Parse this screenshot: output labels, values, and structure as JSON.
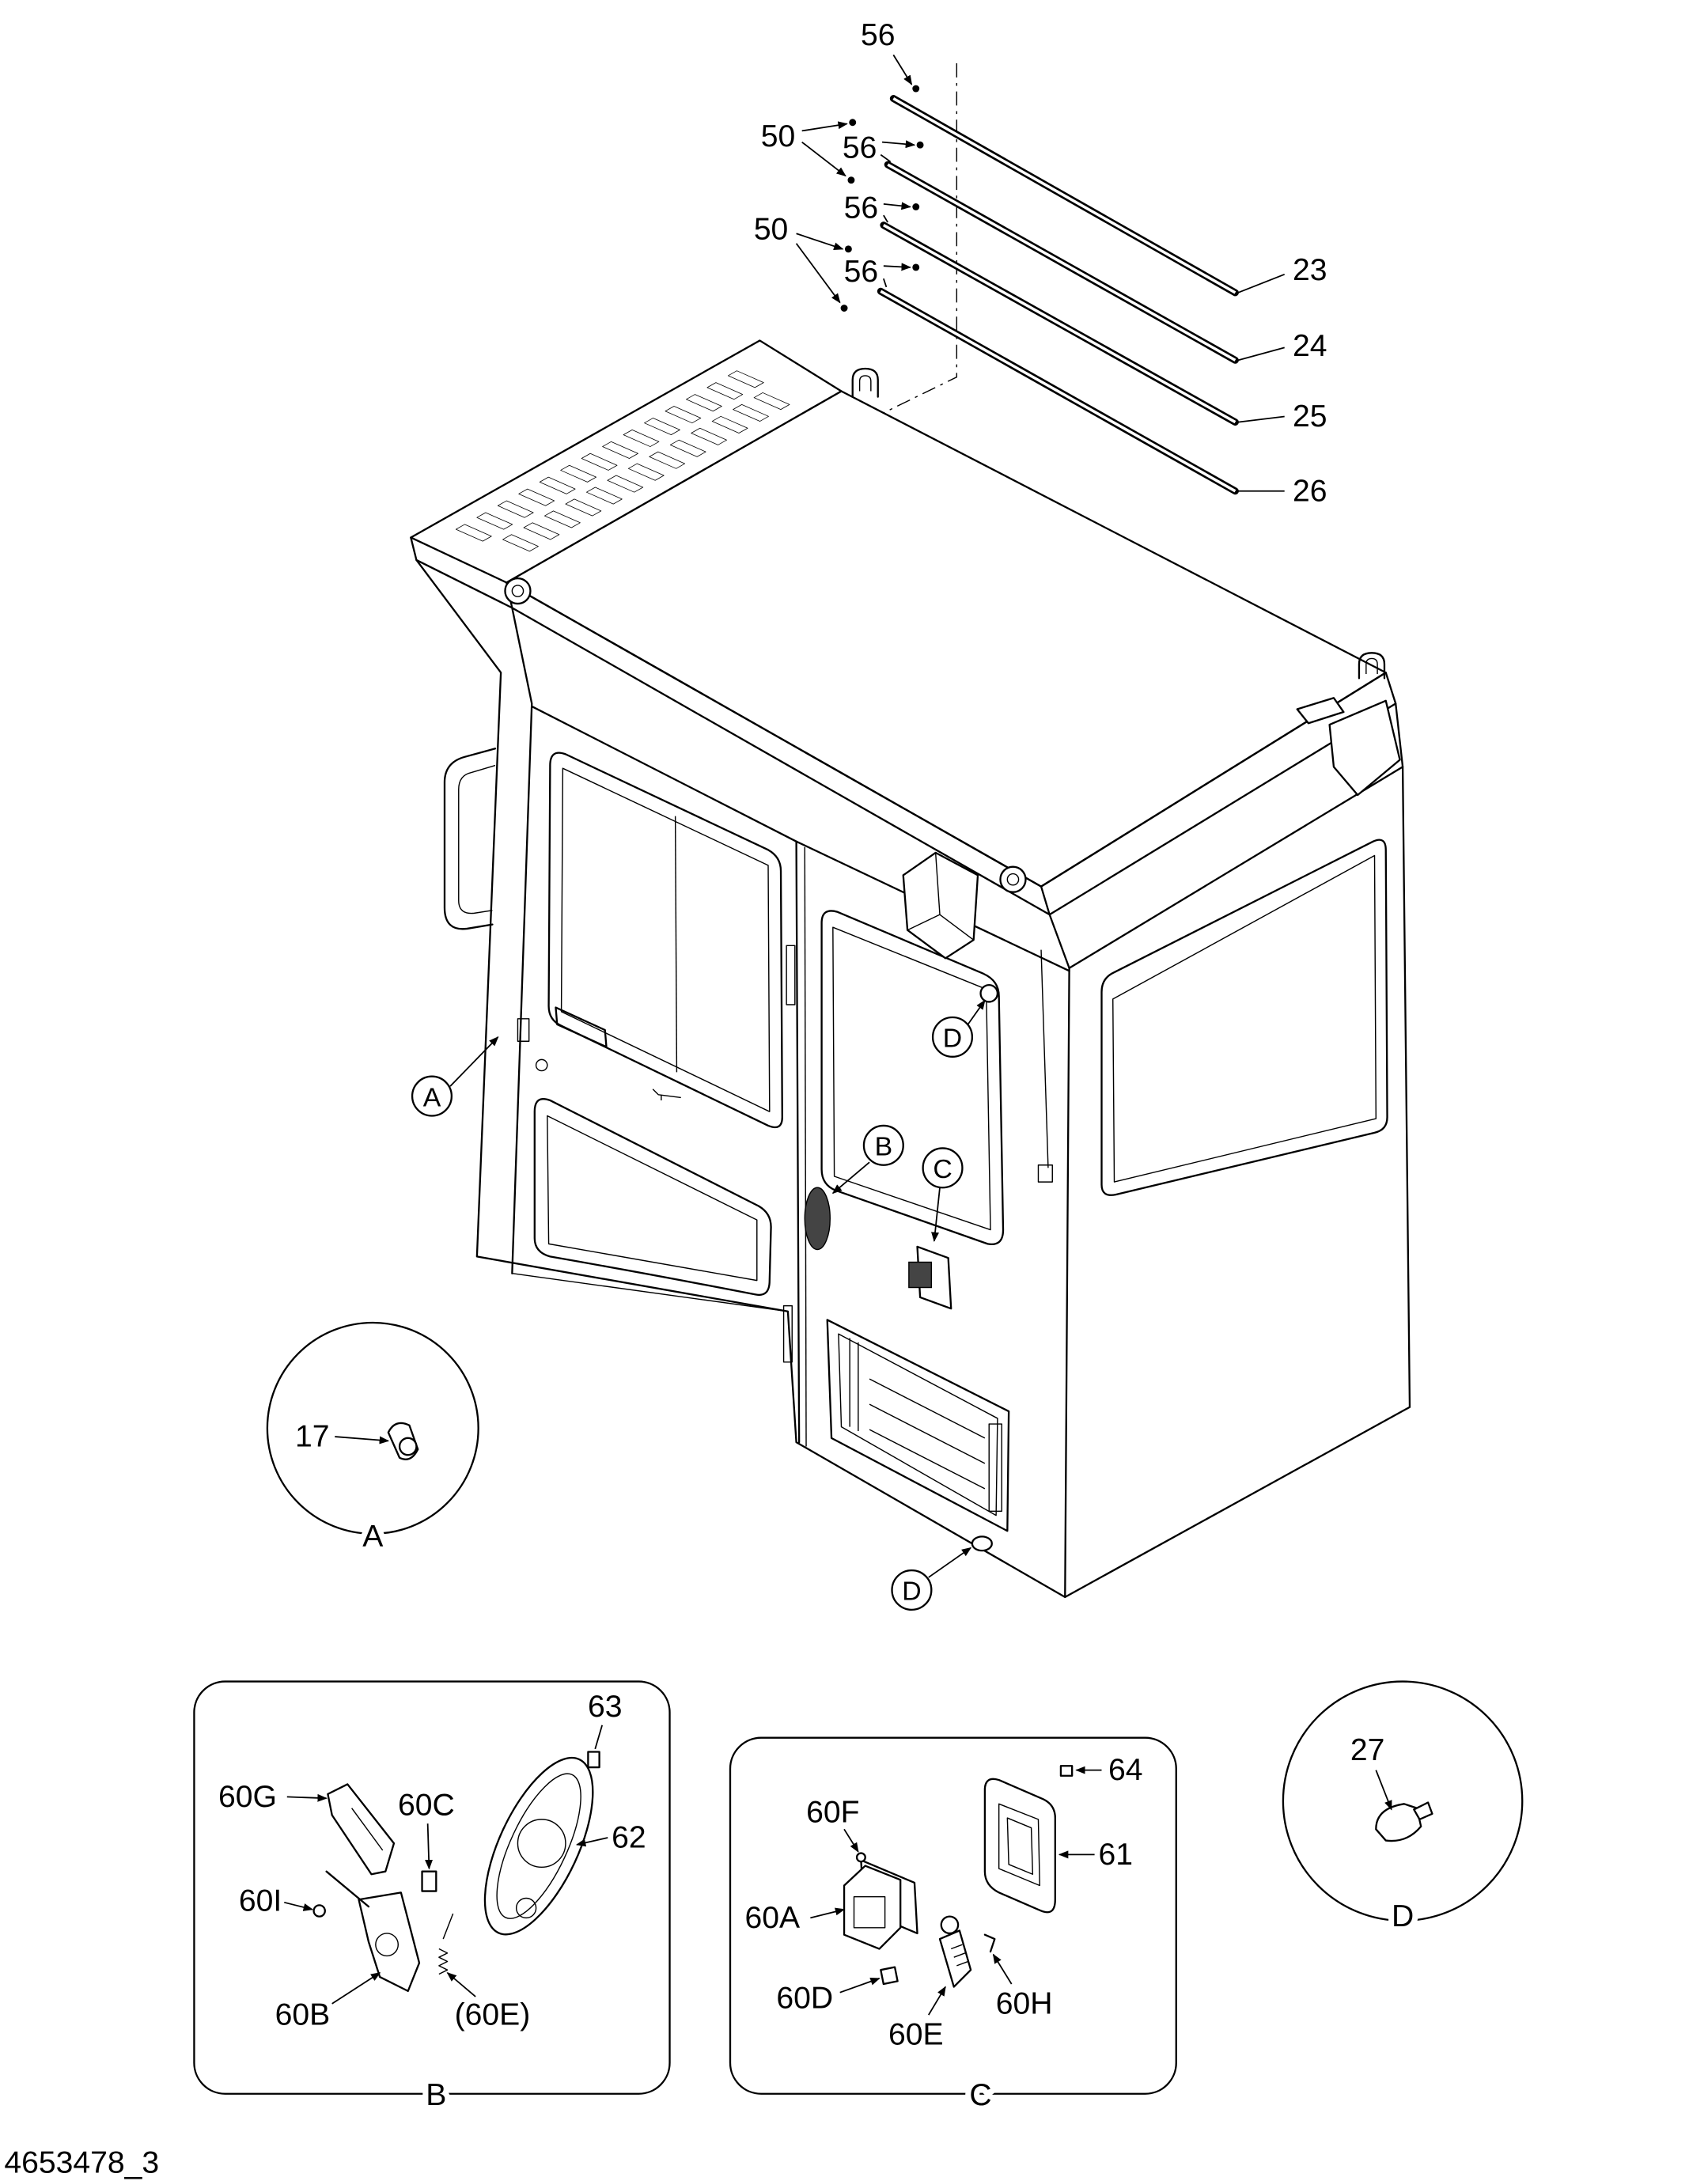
{
  "figure_code": "4653478_3",
  "colors": {
    "line": "#000000",
    "background": "#ffffff"
  },
  "main_view": {
    "top_callouts": [
      "56",
      "50",
      "56",
      "56",
      "50",
      "56"
    ],
    "bar_labels": [
      "23",
      "24",
      "25",
      "26"
    ],
    "view_markers": [
      "A",
      "B",
      "C",
      "D",
      "D"
    ]
  },
  "detail_a": {
    "marker": "A",
    "parts": [
      "17"
    ]
  },
  "detail_b": {
    "marker": "B",
    "parts": [
      "63",
      "60G",
      "60C",
      "62",
      "60I",
      "60B",
      "(60E)"
    ]
  },
  "detail_c": {
    "marker": "C",
    "parts": [
      "64",
      "60F",
      "61",
      "60A",
      "60D",
      "60E",
      "60H"
    ]
  },
  "detail_d": {
    "marker": "D",
    "parts": [
      "27"
    ]
  }
}
